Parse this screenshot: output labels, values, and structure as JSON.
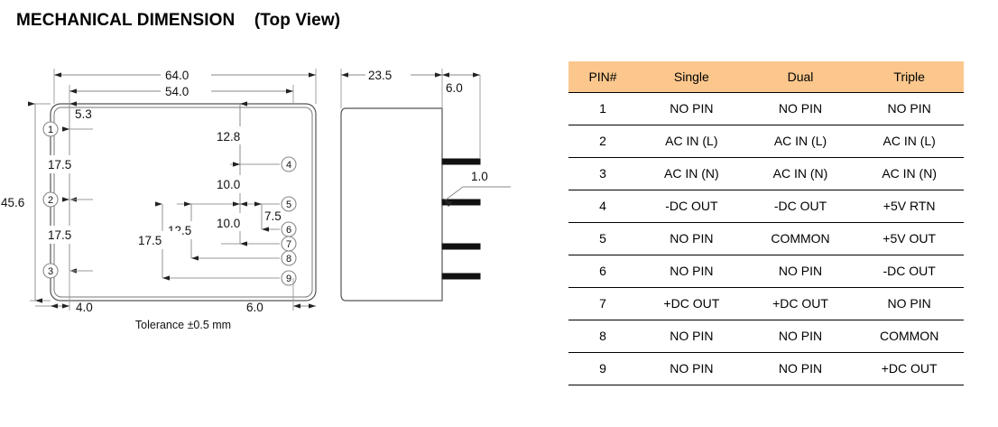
{
  "title": "MECHANICAL DIMENSION    (Top View)",
  "drawing": {
    "tolerance_note": "Tolerance ±0.5 mm",
    "top_view": {
      "width_outer": "64.0",
      "width_inner": "54.0",
      "height_overall": "45.6",
      "pin1_offset_top": "5.3",
      "pin1_to_pin2": "17.5",
      "pin2_to_pin3": "17.5",
      "pin4_offset_top": "12.8",
      "pin4_to_pin5": "10.0",
      "pin5_to_pin7": "10.0",
      "pin5_to_pin6": "7.5",
      "pin5_to_pin8": "12.5",
      "pin5_to_pin9": "17.5",
      "left_edge_to_pin": "4.0",
      "right_edge_to_pin": "6.0"
    },
    "side_view": {
      "body_width": "23.5",
      "pin_length": "6.0",
      "pin_thickness": "1.0"
    },
    "pin_labels": [
      "1",
      "2",
      "3",
      "4",
      "5",
      "6",
      "7",
      "8",
      "9"
    ]
  },
  "pin_table": {
    "headers": [
      "PIN#",
      "Single",
      "Dual",
      "Triple"
    ],
    "header_bg": "#fbc78d",
    "rows": [
      {
        "pin": "1",
        "single": "NO PIN",
        "dual": "NO PIN",
        "triple": "NO PIN"
      },
      {
        "pin": "2",
        "single": "AC IN (L)",
        "dual": "AC IN (L)",
        "triple": "AC IN (L)"
      },
      {
        "pin": "3",
        "single": "AC IN (N)",
        "dual": "AC IN (N)",
        "triple": "AC IN (N)"
      },
      {
        "pin": "4",
        "single": "-DC OUT",
        "dual": "-DC OUT",
        "triple": "+5V RTN"
      },
      {
        "pin": "5",
        "single": "NO PIN",
        "dual": "COMMON",
        "triple": "+5V OUT"
      },
      {
        "pin": "6",
        "single": "NO PIN",
        "dual": "NO PIN",
        "triple": "-DC OUT"
      },
      {
        "pin": "7",
        "single": "+DC OUT",
        "dual": "+DC OUT",
        "triple": "NO PIN"
      },
      {
        "pin": "8",
        "single": "NO PIN",
        "dual": "NO PIN",
        "triple": "COMMON"
      },
      {
        "pin": "9",
        "single": "NO PIN",
        "dual": "NO PIN",
        "triple": "+DC OUT"
      }
    ]
  }
}
